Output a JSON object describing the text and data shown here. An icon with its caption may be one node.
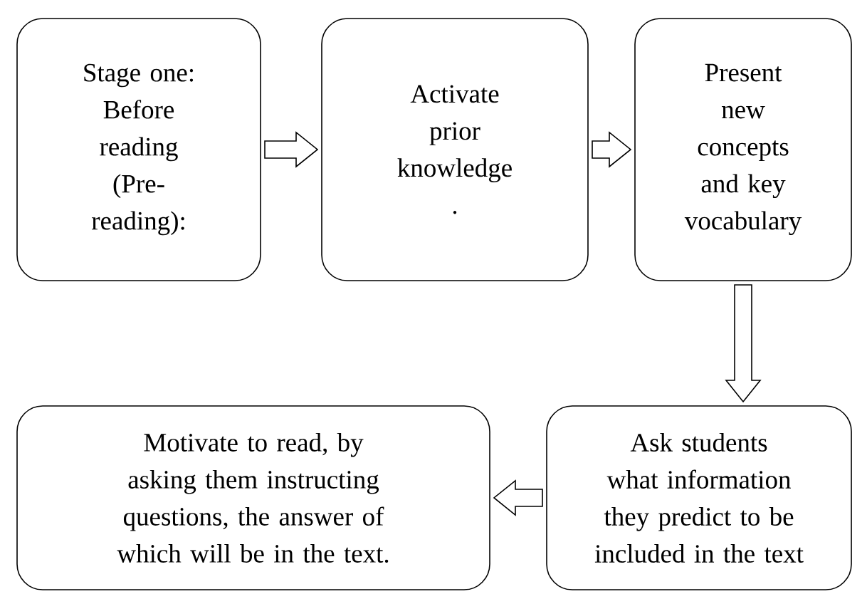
{
  "diagram": {
    "nodes": [
      {
        "text": [
          "Stage one: Before reading (Pre-reading):"
        ]
      },
      {
        "text": [
          "Activate prior knowledge ."
        ]
      },
      {
        "text": [
          "Present new concepts and key vocabulary"
        ]
      },
      {
        "text": [
          "Ask students what information they predict to be included in the text"
        ]
      },
      {
        "text": [
          "Motivate to read, by asking them instructing questions, the answer of which will be in the text."
        ]
      }
    ],
    "edges": [
      {
        "from": 0,
        "to": 1,
        "arrow": "to"
      },
      {
        "from": 1,
        "to": 2,
        "arrow": "to"
      },
      {
        "from": 2,
        "to": 3,
        "arrow": "to"
      },
      {
        "from": 3,
        "to": 4,
        "arrow": "to"
      }
    ]
  }
}
